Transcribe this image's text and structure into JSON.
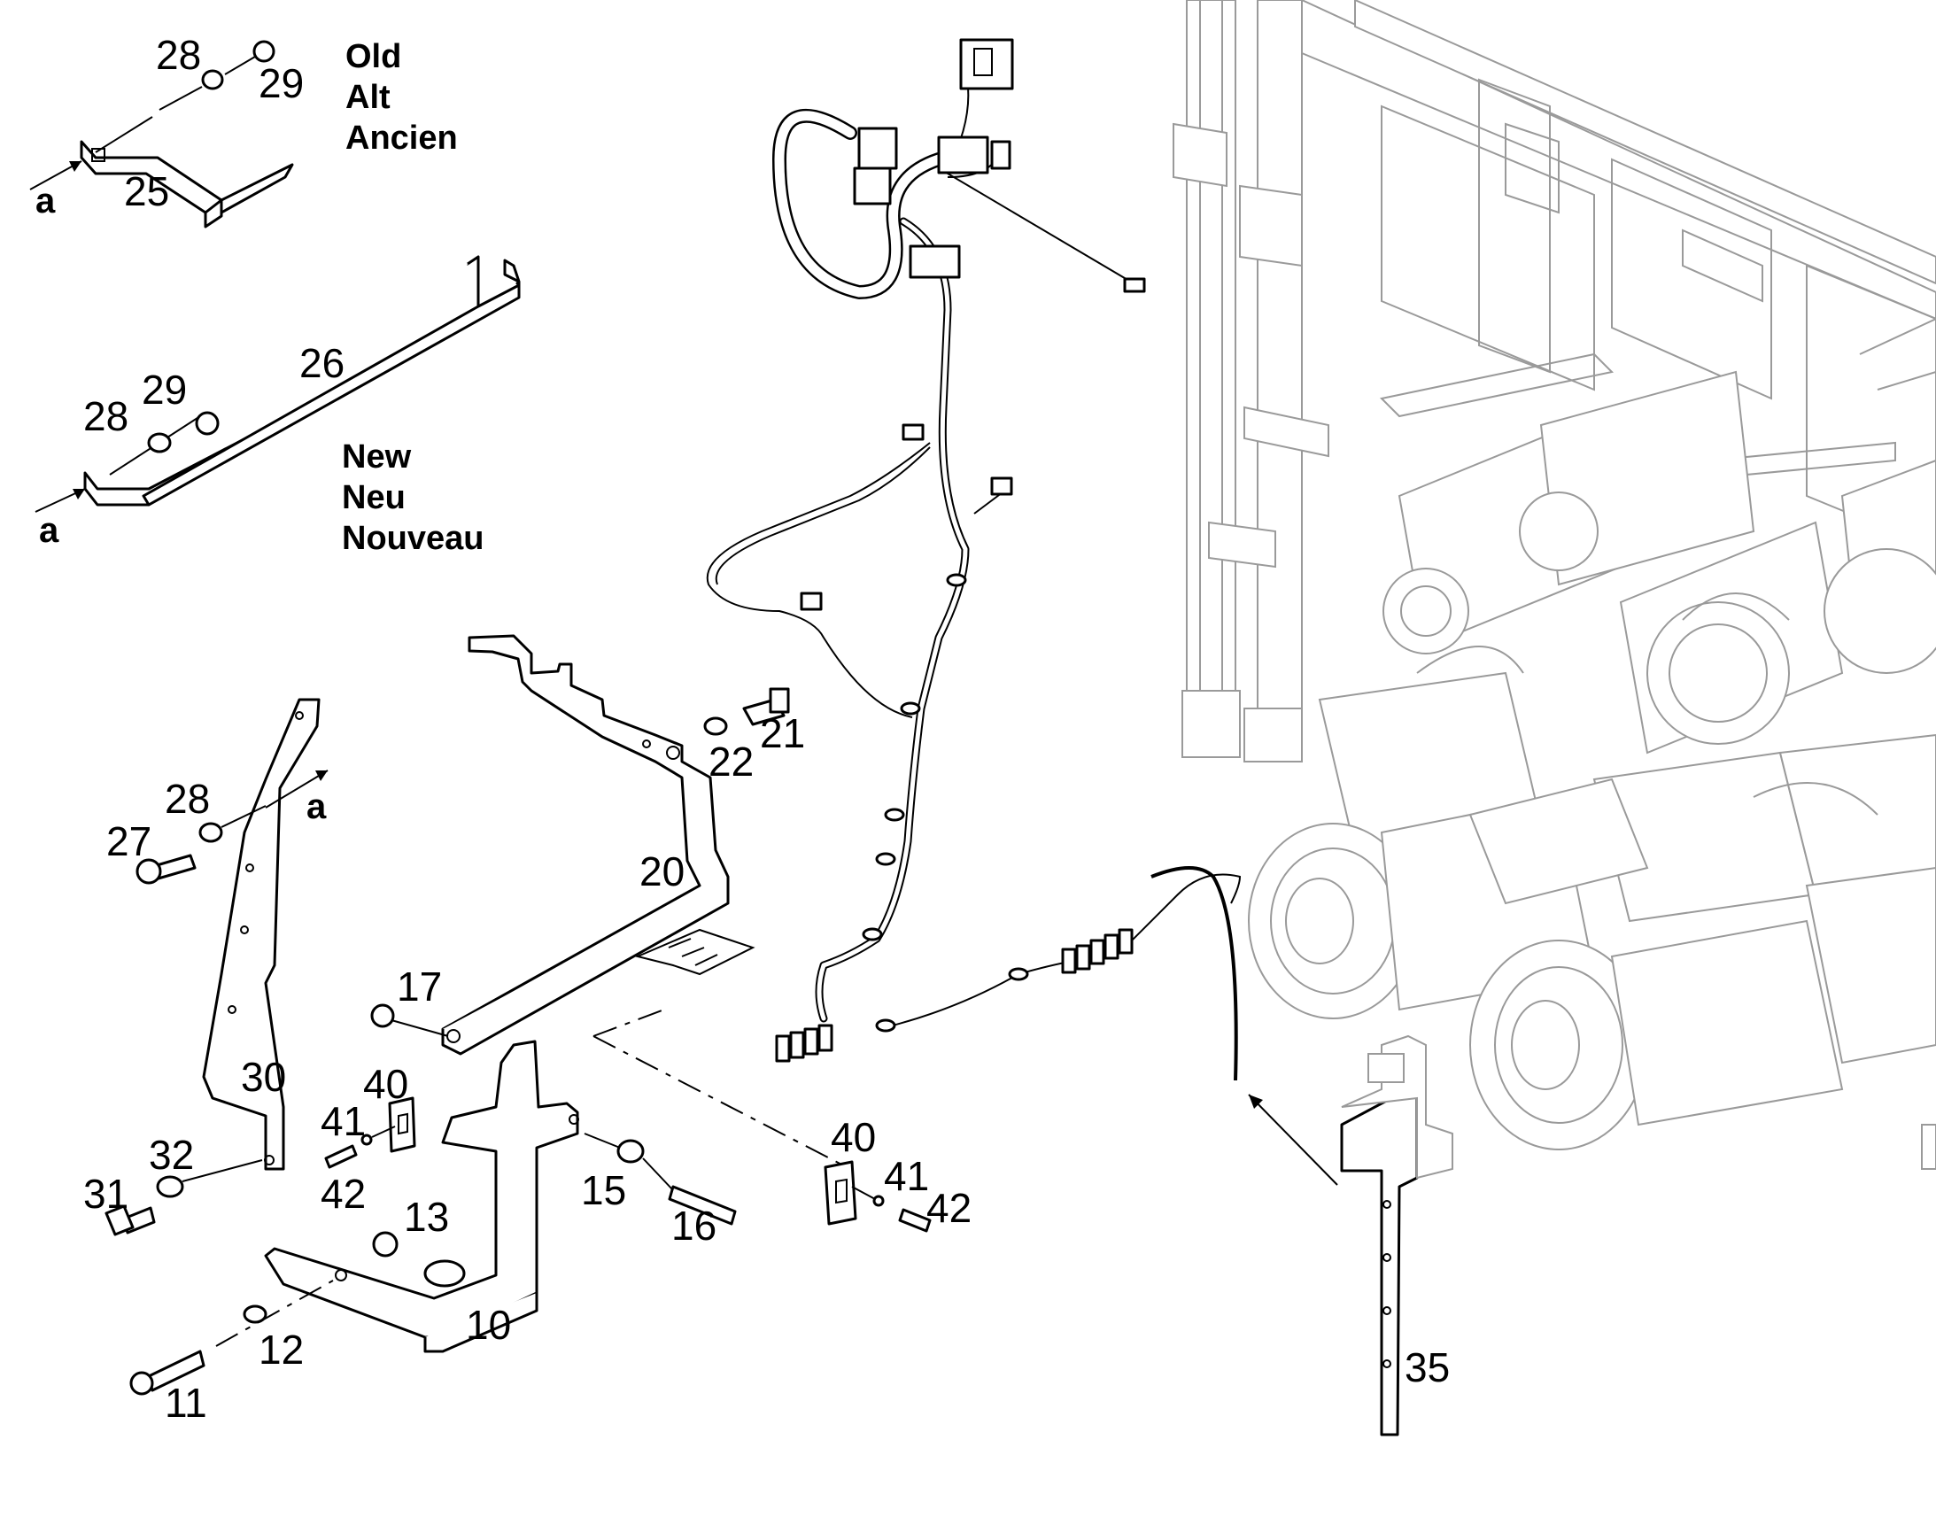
{
  "callouts": {
    "p28_old": "28",
    "p29_old": "29",
    "p25": "25",
    "p26": "26",
    "p28_new": "28",
    "p29_new": "29",
    "p21": "21",
    "p22": "22",
    "p20": "20",
    "p28_c": "28",
    "p27": "27",
    "p30": "30",
    "p17": "17",
    "p40_left": "40",
    "p41_left": "41",
    "p42_left": "42",
    "p32": "32",
    "p31": "31",
    "p13": "13",
    "p15": "15",
    "p16": "16",
    "p10": "10",
    "p12": "12",
    "p11": "11",
    "p40_right": "40",
    "p41_right": "41",
    "p42_right": "42",
    "p35": "35"
  },
  "arrow_marks": {
    "a1": "a",
    "a2": "a",
    "a3": "a"
  },
  "version_notes": {
    "old": [
      "Old",
      "Alt",
      "Ancien"
    ],
    "new": [
      "New",
      "Neu",
      "Nouveau"
    ]
  }
}
